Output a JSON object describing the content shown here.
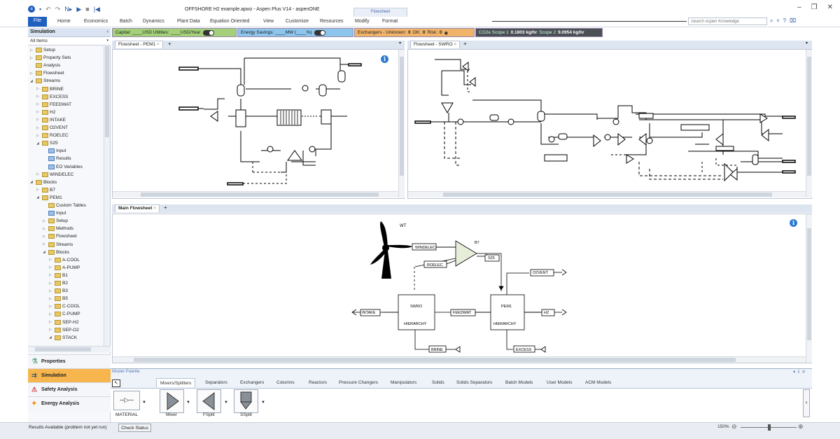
{
  "app": {
    "title": "OFFSHORE H2 example.apwz - Aspen Plus V14 - aspenONE",
    "context_tab": "Flowsheet"
  },
  "ribbon": {
    "file": "File",
    "tabs": [
      "Home",
      "Economics",
      "Batch",
      "Dynamics",
      "Plant Data",
      "Equation Oriented",
      "View",
      "Customize",
      "Resources",
      "Modify",
      "Format"
    ],
    "search_placeholder": "Search Aspen Knowledge"
  },
  "bars": {
    "capital": "Capital:  ____USD  Utilities:  ____USD/Year",
    "energy": "Energy Savings:  ____MW  (____%)",
    "exchangers": "Exchangers -  Unknown:",
    "unknown": "0",
    "ok_label": "OK:",
    "ok": "0",
    "risk_label": "Risk:",
    "risk": "0",
    "co2_label": "CO2e Scope 1",
    "scope1": "0.1803 kg/hr",
    "scope2_label": "Scope 2",
    "scope2": "9.0954 kg/hr"
  },
  "sidebar": {
    "title": "Simulation",
    "filter": "All Items",
    "items": [
      {
        "label": "Setup",
        "indent": 0,
        "arrow": "▷",
        "folder": "yellow"
      },
      {
        "label": "Property Sets",
        "indent": 0,
        "arrow": "▷",
        "folder": "yellow"
      },
      {
        "label": "Analysis",
        "indent": 0,
        "arrow": "",
        "folder": "yellow"
      },
      {
        "label": "Flowsheet",
        "indent": 0,
        "arrow": "▷",
        "folder": "yellow"
      },
      {
        "label": "Streams",
        "indent": 0,
        "arrow": "◢",
        "folder": "yellow"
      },
      {
        "label": "BRINE",
        "indent": 1,
        "arrow": "▷",
        "folder": "yellow"
      },
      {
        "label": "EXCESS",
        "indent": 1,
        "arrow": "▷",
        "folder": "yellow"
      },
      {
        "label": "FEEDWAT",
        "indent": 1,
        "arrow": "▷",
        "folder": "yellow"
      },
      {
        "label": "H2",
        "indent": 1,
        "arrow": "▷",
        "folder": "yellow"
      },
      {
        "label": "INTAKE",
        "indent": 1,
        "arrow": "▷",
        "folder": "yellow"
      },
      {
        "label": "O2VENT",
        "indent": 1,
        "arrow": "▷",
        "folder": "yellow"
      },
      {
        "label": "ROELEC",
        "indent": 1,
        "arrow": "▷",
        "folder": "yellow"
      },
      {
        "label": "S25",
        "indent": 1,
        "arrow": "◢",
        "folder": "yellow"
      },
      {
        "label": "Input",
        "indent": 2,
        "arrow": "",
        "folder": "blue"
      },
      {
        "label": "Results",
        "indent": 2,
        "arrow": "",
        "folder": "blue"
      },
      {
        "label": "EO Variables",
        "indent": 2,
        "arrow": "",
        "folder": "blue"
      },
      {
        "label": "WINDELEC",
        "indent": 1,
        "arrow": "▷",
        "folder": "yellow"
      },
      {
        "label": "Blocks",
        "indent": 0,
        "arrow": "◢",
        "folder": "yellow"
      },
      {
        "label": "B7",
        "indent": 1,
        "arrow": "▷",
        "folder": "yellow"
      },
      {
        "label": "PEM1",
        "indent": 1,
        "arrow": "◢",
        "folder": "yellow"
      },
      {
        "label": "Custom Tables",
        "indent": 2,
        "arrow": "",
        "folder": "yellow"
      },
      {
        "label": "Input",
        "indent": 2,
        "arrow": "",
        "folder": "blue"
      },
      {
        "label": "Setup",
        "indent": 2,
        "arrow": "▷",
        "folder": "yellow"
      },
      {
        "label": "Methods",
        "indent": 2,
        "arrow": "▷",
        "folder": "yellow"
      },
      {
        "label": "Flowsheet",
        "indent": 2,
        "arrow": "▷",
        "folder": "yellow"
      },
      {
        "label": "Streams",
        "indent": 2,
        "arrow": "▷",
        "folder": "yellow"
      },
      {
        "label": "Blocks",
        "indent": 2,
        "arrow": "◢",
        "folder": "yellow"
      },
      {
        "label": "A-COOL",
        "indent": 3,
        "arrow": "▷",
        "folder": "yellow"
      },
      {
        "label": "A-PUMP",
        "indent": 3,
        "arrow": "▷",
        "folder": "yellow"
      },
      {
        "label": "B1",
        "indent": 3,
        "arrow": "▷",
        "folder": "yellow"
      },
      {
        "label": "B2",
        "indent": 3,
        "arrow": "▷",
        "folder": "yellow"
      },
      {
        "label": "B3",
        "indent": 3,
        "arrow": "▷",
        "folder": "yellow"
      },
      {
        "label": "B5",
        "indent": 3,
        "arrow": "▷",
        "folder": "yellow"
      },
      {
        "label": "C-COOL",
        "indent": 3,
        "arrow": "▷",
        "folder": "yellow"
      },
      {
        "label": "C-PUMP",
        "indent": 3,
        "arrow": "▷",
        "folder": "yellow"
      },
      {
        "label": "SEP-H2",
        "indent": 3,
        "arrow": "▷",
        "folder": "yellow"
      },
      {
        "label": "SEP-O2",
        "indent": 3,
        "arrow": "▷",
        "folder": "yellow"
      },
      {
        "label": "STACK",
        "indent": 3,
        "arrow": "◢",
        "folder": "yellow"
      }
    ],
    "nav": {
      "properties": "Properties",
      "simulation": "Simulation",
      "safety": "Safety Analysis",
      "energy": "Energy Analysis"
    }
  },
  "tabs": {
    "pem": "Flowsheet - PEM1",
    "swro": "Flowsheet - SWRO",
    "main": "Main Flowsheet"
  },
  "main_flowsheet": {
    "wt": "WT",
    "b7": "B7",
    "windelec": "WINDELEC",
    "roelec": "ROELEC",
    "s25": "S25",
    "o2vent": "O2VENT",
    "intake": "INTAKE",
    "swro": "SWRO",
    "feedwat": "FEEDWAT",
    "pem1": "PEM1",
    "h2": "H2",
    "hierarchy": "HIERARCHY",
    "brine": "BRINE",
    "excess": "EXCESS"
  },
  "palette": {
    "title": "Model Palette",
    "tabs": [
      "Mixers/Splitters",
      "Separators",
      "Exchangers",
      "Columns",
      "Reactors",
      "Pressure Changers",
      "Manipulators",
      "Solids",
      "Solids Separators",
      "Batch Models",
      "User Models",
      "ACM Models"
    ],
    "material": "MATERIAL",
    "mixer": "Mixer",
    "fsplit": "FSplit",
    "ssplit": "SSplit"
  },
  "status": {
    "message": "Results Available (problem not yet run)",
    "check": "Check Status",
    "zoom": "150%"
  }
}
